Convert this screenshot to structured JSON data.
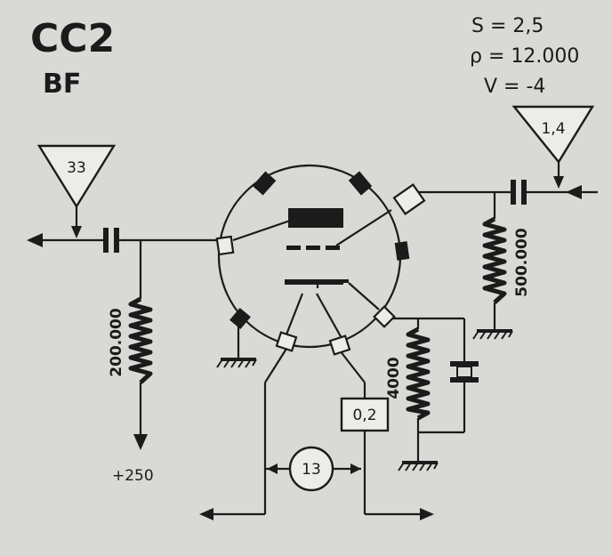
{
  "title": "CC2",
  "subtitle": "BF",
  "specs": [
    "S = 2,5",
    "ρ = 12.000",
    "V = -4"
  ],
  "input_triangle": "33",
  "output_triangle": "1,4",
  "resistors": {
    "left_grid": "200.000",
    "right_grid": "500.000",
    "cathode": "4000"
  },
  "supply": "+250",
  "filament_box": "0,2",
  "filament_circle": "13",
  "colors": {
    "ink": "#1b1b1b",
    "paper": "#d9d9d6"
  }
}
